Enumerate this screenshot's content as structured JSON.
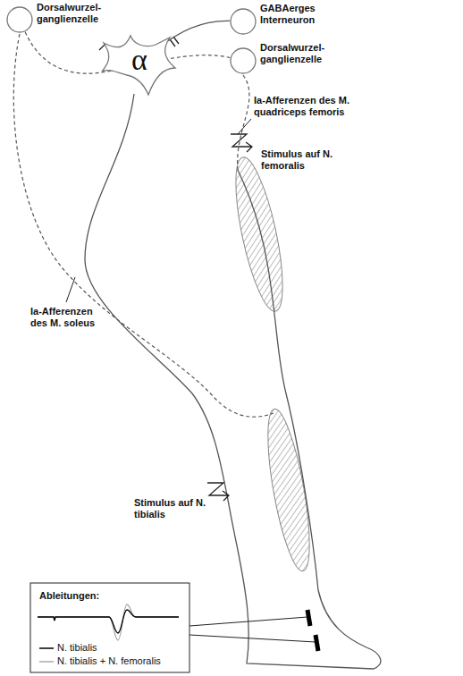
{
  "diagram": {
    "nodes": [
      {
        "text": [
          "Dorsalwurzel-ganglienzelle"
        ]
      },
      {
        "text": [
          "GABAerges Interneuron"
        ]
      },
      {
        "text": [
          "Dorsalwurzel-ganglienzelle"
        ]
      },
      {
        "text": [
          "α"
        ]
      }
    ],
    "edges": [
      {
        "from": 0,
        "to": 3,
        "arrow": "none"
      },
      {
        "from": 1,
        "to": 3,
        "arrow": "none"
      },
      {
        "from": 2,
        "to": 3,
        "arrow": "none"
      }
    ],
    "labels": [
      "Ia-Afferenzen des M. quadriceps femoris",
      "Stimulus auf N. femoralis",
      "Ia-Afferenzen des M. soleus",
      "Stimulus auf N. tibialis",
      "Ableitungen:"
    ],
    "legend": [
      {
        "text": "N. tibialis"
      },
      {
        "text": "N. tibialis + N. femoralis"
      }
    ]
  }
}
